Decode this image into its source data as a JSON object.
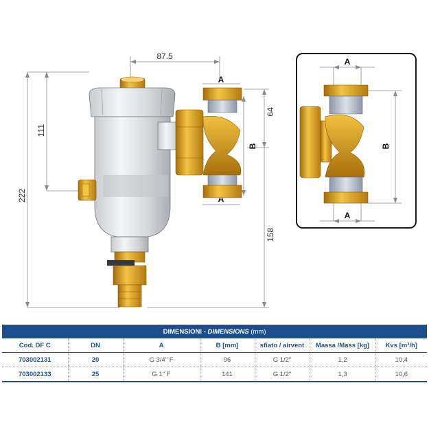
{
  "drawing": {
    "dim_87_5": "87.5",
    "dim_111": "111",
    "dim_222": "222",
    "dim_64": "64",
    "dim_158": "158",
    "label_a_top": "A",
    "label_a_bottom": "A",
    "label_b": "B",
    "detail_a_top": "A",
    "detail_a_bottom": "A",
    "detail_b": "B"
  },
  "table": {
    "title_main": "DIMENSIONI - ",
    "title_italic": "DIMENSIONS",
    "title_unit": " (mm)",
    "headers": [
      "Cod. DF C",
      "DN",
      "A",
      "B [mm]",
      "sfiato / airvent",
      "Massa /Mass [kg]",
      "Kvs [m³/h]"
    ],
    "rows": [
      [
        "703002131",
        "20",
        "G 3/4\" F",
        "96",
        "G 1/2\"",
        "1,2",
        "10,4"
      ],
      [
        "703002133",
        "25",
        "G 1\" F",
        "141",
        "G 1/2\"",
        "1,3",
        "10,6"
      ]
    ]
  },
  "colors": {
    "brass": "#d9a21b",
    "header_blue": "#1d4f8e"
  }
}
